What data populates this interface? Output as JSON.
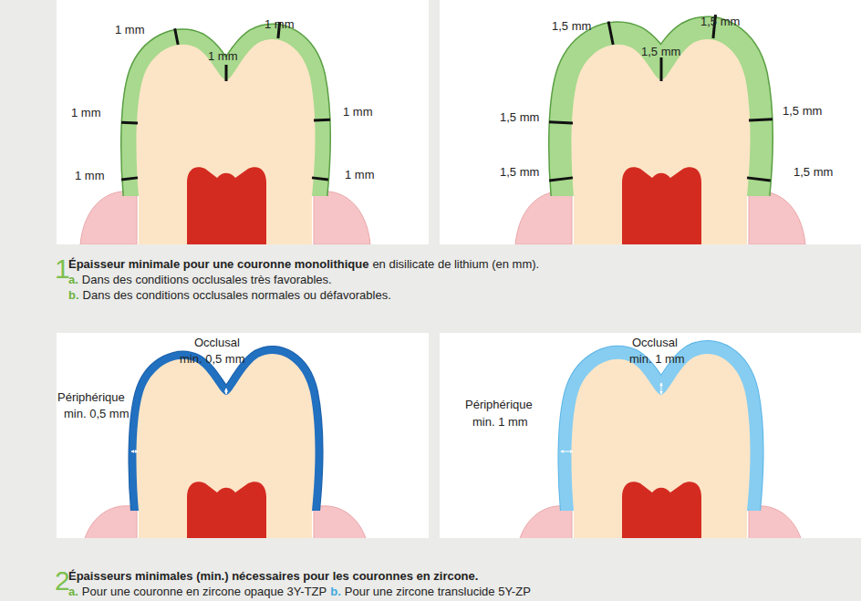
{
  "diagram": {
    "labels": [
      "1 mm",
      "1 mm",
      "1 mm",
      "1 mm",
      "1 mm",
      "1 mm",
      "1 mm",
      "1,5 mm",
      "1,5 mm",
      "1,5 mm",
      "1,5 mm",
      "1,5 mm",
      "1,5 mm",
      "1,5 mm",
      "Occlusal",
      "min. 0,5 mm",
      "Périphérique",
      "min. 0,5 mm",
      "Occlusal",
      "min. 1 mm",
      "Périphérique",
      "min. 1 mm",
      "1",
      "Épaisseur minimale pour une couronne monolithique",
      "en disilicate de lithium (en mm).",
      "a.",
      "Dans des conditions occlusales très favorables.",
      "b.",
      "Dans des conditions occlusales normales ou défavorables.",
      "2",
      "Épaisseurs minimales (min.) nécessaires pour les couronnes en zircone.",
      "a.",
      "Pour une couronne en zircone opaque 3Y-TZP",
      "b.",
      "Pour une zircone translucide 5Y-ZP"
    ]
  }
}
